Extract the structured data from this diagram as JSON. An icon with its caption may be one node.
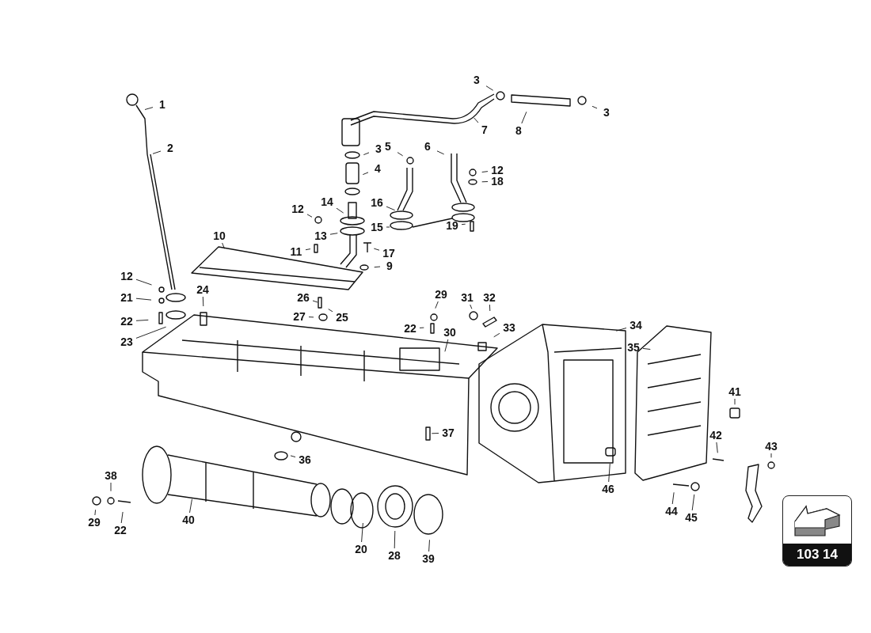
{
  "diagram": {
    "nodes": [
      {
        "text": [
          "1"
        ]
      },
      {
        "text": [
          "2"
        ]
      },
      {
        "text": [
          "3"
        ]
      },
      {
        "text": [
          "3"
        ]
      },
      {
        "text": [
          "7"
        ]
      },
      {
        "text": [
          "8"
        ]
      },
      {
        "text": [
          "3"
        ]
      },
      {
        "text": [
          "5"
        ]
      },
      {
        "text": [
          "6"
        ]
      },
      {
        "text": [
          "4"
        ]
      },
      {
        "text": [
          "12"
        ]
      },
      {
        "text": [
          "18"
        ]
      },
      {
        "text": [
          "14"
        ]
      },
      {
        "text": [
          "16"
        ]
      },
      {
        "text": [
          "12"
        ]
      },
      {
        "text": [
          "13"
        ]
      },
      {
        "text": [
          "15"
        ]
      },
      {
        "text": [
          "19"
        ]
      },
      {
        "text": [
          "10"
        ]
      },
      {
        "text": [
          "11"
        ]
      },
      {
        "text": [
          "17"
        ]
      },
      {
        "text": [
          "9"
        ]
      },
      {
        "text": [
          "12"
        ]
      },
      {
        "text": [
          "21"
        ]
      },
      {
        "text": [
          "22"
        ]
      },
      {
        "text": [
          "24"
        ]
      },
      {
        "text": [
          "26"
        ]
      },
      {
        "text": [
          "29"
        ]
      },
      {
        "text": [
          "31"
        ]
      },
      {
        "text": [
          "32"
        ]
      },
      {
        "text": [
          "23"
        ]
      },
      {
        "text": [
          "27"
        ]
      },
      {
        "text": [
          "25"
        ]
      },
      {
        "text": [
          "22"
        ]
      },
      {
        "text": [
          "30"
        ]
      },
      {
        "text": [
          "33"
        ]
      },
      {
        "text": [
          "34"
        ]
      },
      {
        "text": [
          "35"
        ]
      },
      {
        "text": [
          "41"
        ]
      },
      {
        "text": [
          "37"
        ]
      },
      {
        "text": [
          "42"
        ]
      },
      {
        "text": [
          "43"
        ]
      },
      {
        "text": [
          "36"
        ]
      },
      {
        "text": [
          "38"
        ]
      },
      {
        "text": [
          "46"
        ]
      },
      {
        "text": [
          "40"
        ]
      },
      {
        "text": [
          "29"
        ]
      },
      {
        "text": [
          "22"
        ]
      },
      {
        "text": [
          "44"
        ]
      },
      {
        "text": [
          "45"
        ]
      },
      {
        "text": [
          "20"
        ]
      },
      {
        "text": [
          "28"
        ]
      },
      {
        "text": [
          "39"
        ]
      }
    ],
    "edges": [
      {
        "from": 0,
        "to": null,
        "arrow": "none"
      },
      {
        "from": 1,
        "to": null,
        "arrow": "none"
      },
      {
        "from": 2,
        "to": null,
        "arrow": "none"
      },
      {
        "from": 3,
        "to": null,
        "arrow": "none"
      },
      {
        "from": 4,
        "to": null,
        "arrow": "none"
      },
      {
        "from": 5,
        "to": null,
        "arrow": "none"
      },
      {
        "from": 6,
        "to": null,
        "arrow": "none"
      },
      {
        "from": 7,
        "to": null,
        "arrow": "none"
      },
      {
        "from": 8,
        "to": null,
        "arrow": "none"
      },
      {
        "from": 9,
        "to": null,
        "arrow": "none"
      },
      {
        "from": 10,
        "to": null,
        "arrow": "none"
      },
      {
        "from": 11,
        "to": null,
        "arrow": "none"
      },
      {
        "from": 12,
        "to": null,
        "arrow": "none"
      },
      {
        "from": 13,
        "to": null,
        "arrow": "none"
      },
      {
        "from": 14,
        "to": null,
        "arrow": "none"
      },
      {
        "from": 15,
        "to": null,
        "arrow": "none"
      },
      {
        "from": 16,
        "to": null,
        "arrow": "none"
      },
      {
        "from": 17,
        "to": null,
        "arrow": "none"
      },
      {
        "from": 18,
        "to": null,
        "arrow": "none"
      },
      {
        "from": 19,
        "to": null,
        "arrow": "none"
      },
      {
        "from": 20,
        "to": null,
        "arrow": "none"
      },
      {
        "from": 21,
        "to": null,
        "arrow": "none"
      },
      {
        "from": 22,
        "to": null,
        "arrow": "none"
      },
      {
        "from": 23,
        "to": null,
        "arrow": "none"
      },
      {
        "from": 24,
        "to": null,
        "arrow": "none"
      },
      {
        "from": 25,
        "to": null,
        "arrow": "none"
      },
      {
        "from": 26,
        "to": null,
        "arrow": "none"
      },
      {
        "from": 27,
        "to": null,
        "arrow": "none"
      },
      {
        "from": 28,
        "to": null,
        "arrow": "none"
      },
      {
        "from": 29,
        "to": null,
        "arrow": "none"
      },
      {
        "from": 30,
        "to": null,
        "arrow": "none"
      },
      {
        "from": 31,
        "to": null,
        "arrow": "none"
      },
      {
        "from": 32,
        "to": null,
        "arrow": "none"
      },
      {
        "from": 33,
        "to": null,
        "arrow": "none"
      },
      {
        "from": 34,
        "to": null,
        "arrow": "none"
      },
      {
        "from": 35,
        "to": null,
        "arrow": "none"
      },
      {
        "from": 36,
        "to": null,
        "arrow": "none"
      },
      {
        "from": 37,
        "to": null,
        "arrow": "none"
      },
      {
        "from": 38,
        "to": null,
        "arrow": "none"
      },
      {
        "from": 39,
        "to": null,
        "arrow": "none"
      },
      {
        "from": 40,
        "to": null,
        "arrow": "none"
      },
      {
        "from": 41,
        "to": null,
        "arrow": "none"
      },
      {
        "from": 42,
        "to": null,
        "arrow": "none"
      },
      {
        "from": 43,
        "to": null,
        "arrow": "none"
      },
      {
        "from": 44,
        "to": null,
        "arrow": "none"
      },
      {
        "from": 45,
        "to": null,
        "arrow": "none"
      },
      {
        "from": 46,
        "to": null,
        "arrow": "none"
      },
      {
        "from": 47,
        "to": null,
        "arrow": "none"
      },
      {
        "from": 48,
        "to": null,
        "arrow": "none"
      },
      {
        "from": 49,
        "to": null,
        "arrow": "none"
      },
      {
        "from": 50,
        "to": null,
        "arrow": "none"
      },
      {
        "from": 51,
        "to": null,
        "arrow": "none"
      },
      {
        "from": 52,
        "to": null,
        "arrow": "none"
      }
    ],
    "labels": [
      "103 14"
    ]
  }
}
